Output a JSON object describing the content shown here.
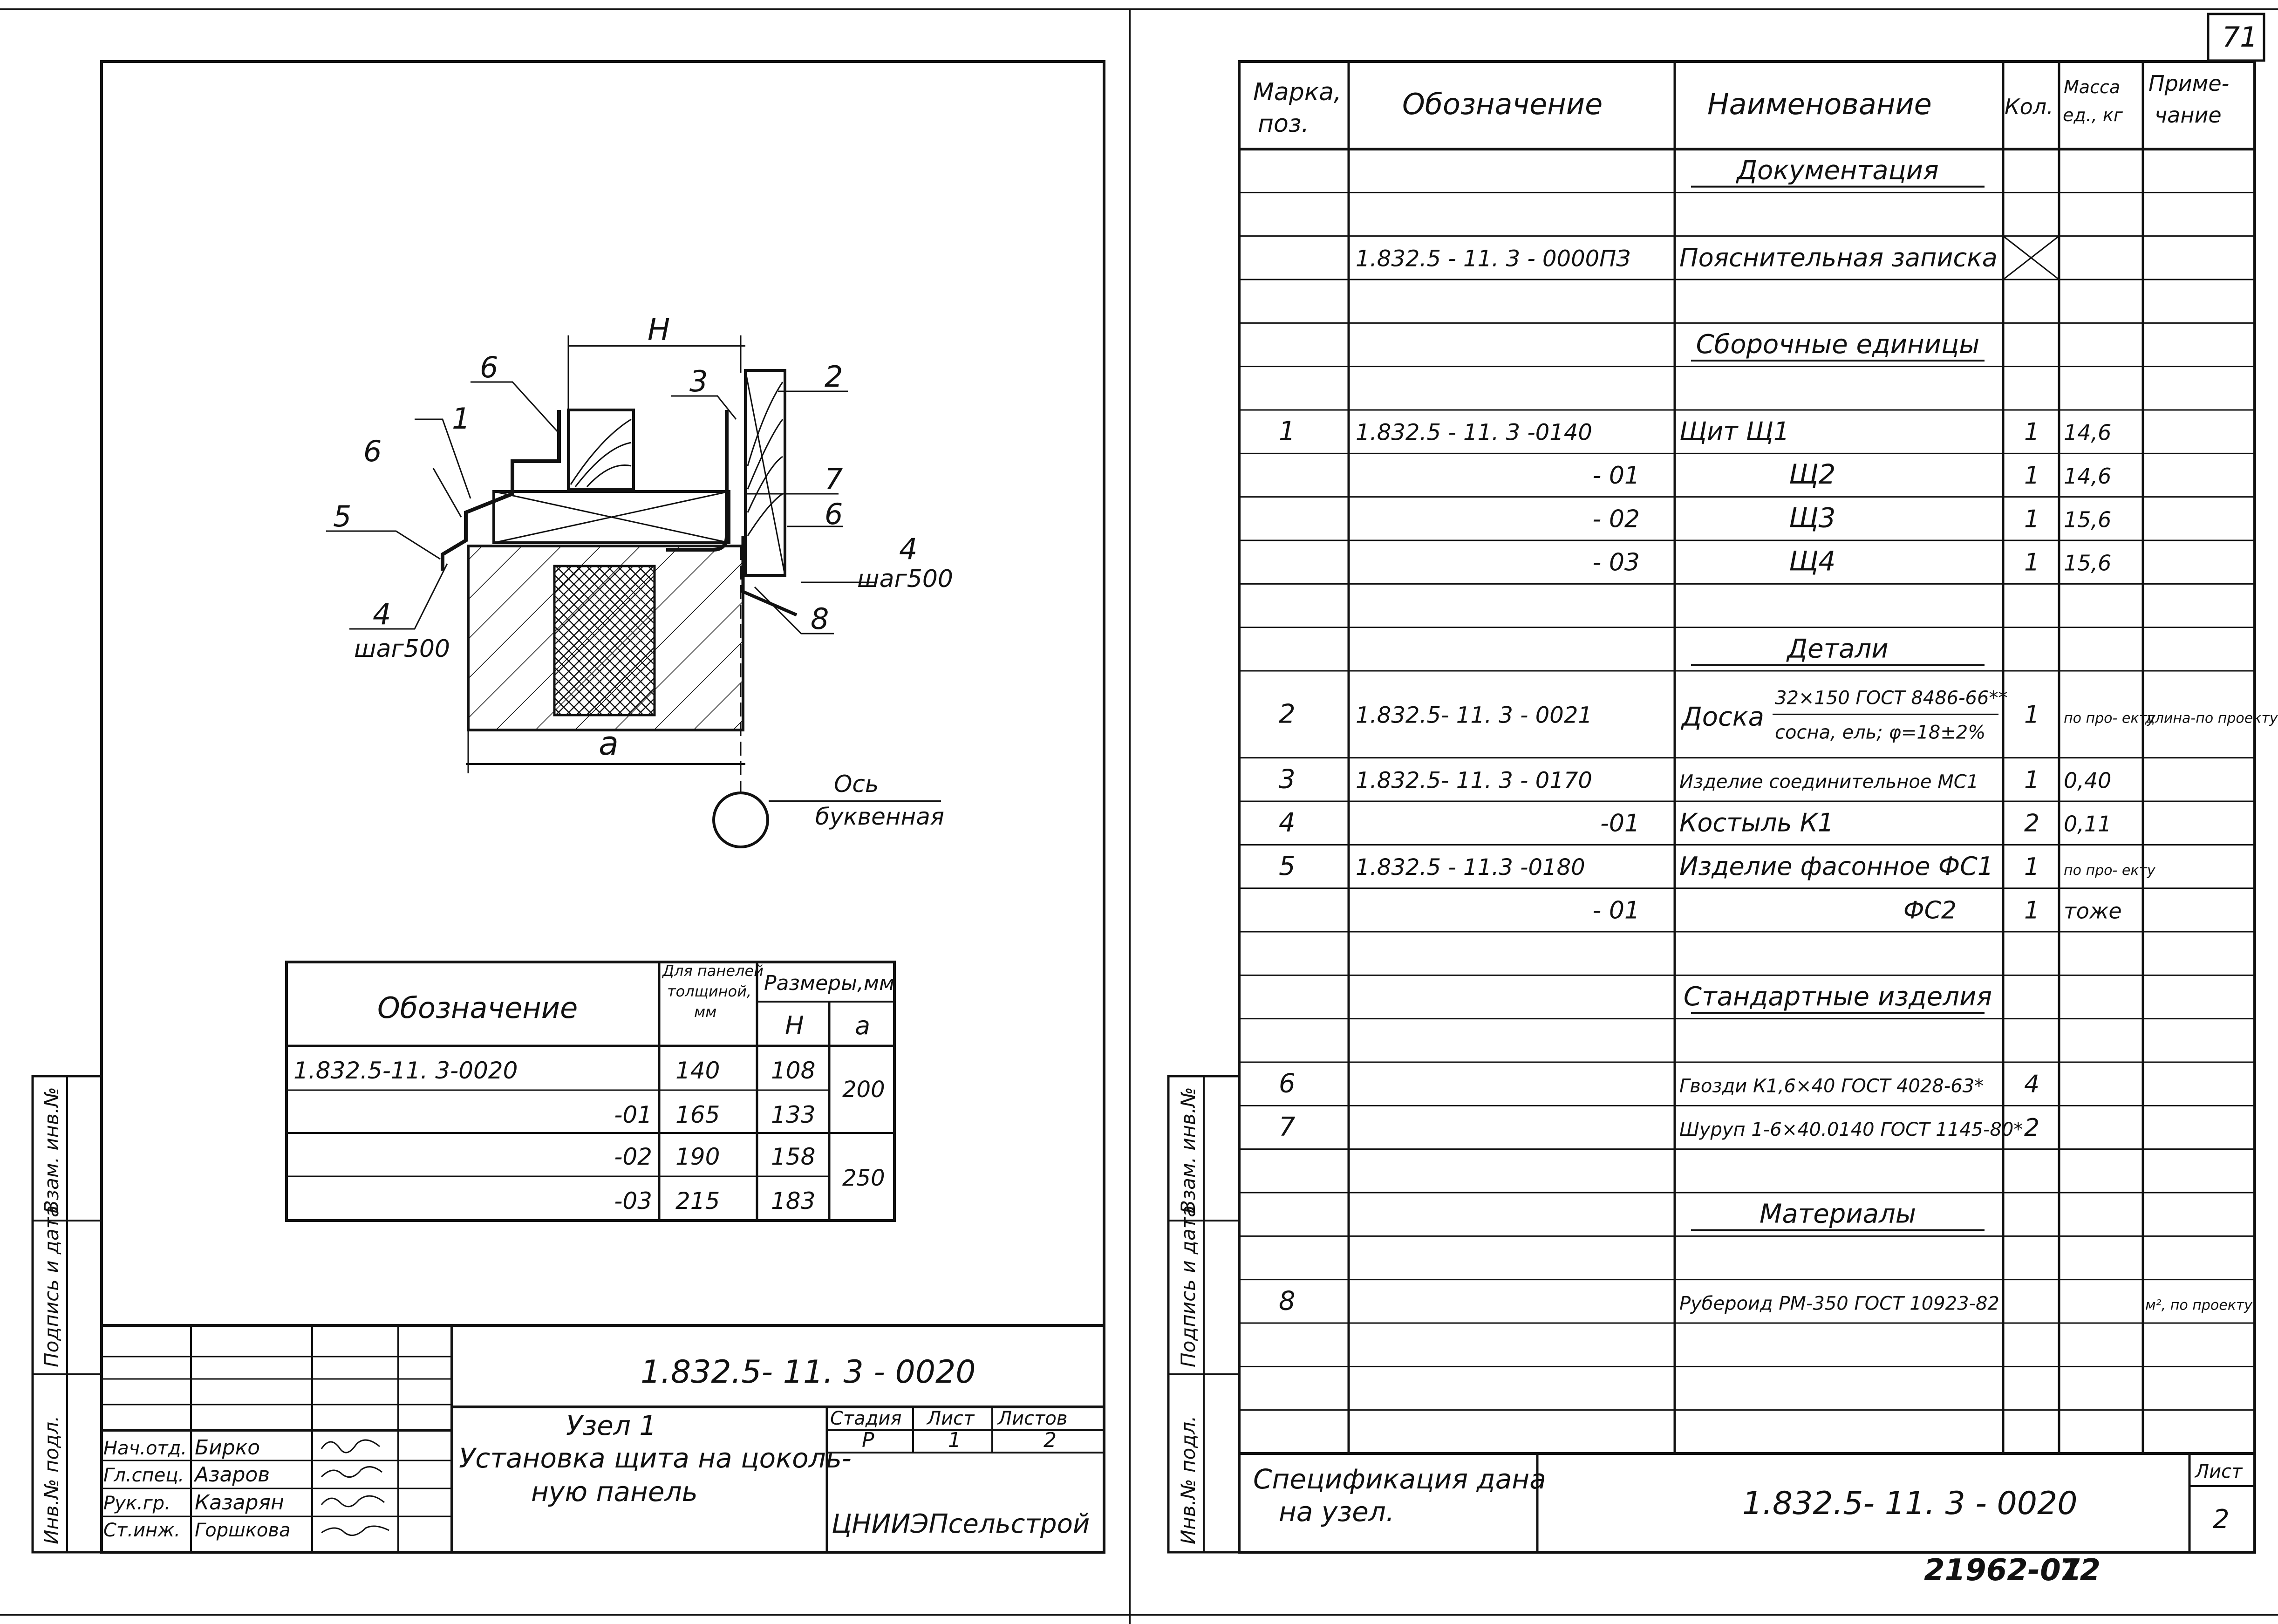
{
  "page_number": "71",
  "bottom_code": "21962-01",
  "bottom_page": "72",
  "drawing": {
    "H": "H",
    "a": "a",
    "axis_line1": "Ось",
    "axis_line2": "буквенная",
    "step_label": "шаг500",
    "callouts": [
      "6",
      "1",
      "6",
      "5",
      "4",
      "3",
      "2",
      "7",
      "6",
      "4",
      "8"
    ]
  },
  "dim_table": {
    "col_designation": "Обозначение",
    "col_thickness": "Для панелей толщиной, мм",
    "col_sizes": "Размеры,мм",
    "col_H": "H",
    "col_a": "a",
    "rows": [
      {
        "des": "1.832.5-11. 3-0020",
        "t": "140",
        "H": "108"
      },
      {
        "des": "-01",
        "t": "165",
        "H": "133"
      },
      {
        "des": "-02",
        "t": "190",
        "H": "158"
      },
      {
        "des": "-03",
        "t": "215",
        "H": "183"
      }
    ],
    "a_values": [
      "200",
      "250"
    ]
  },
  "left_sidebar": [
    "Инв.№ подл.",
    "Подпись и дата",
    "Взам. инв.№"
  ],
  "right_sidebar": [
    "Инв.№ подл.",
    "Подпись и дата",
    "Взам. инв.№"
  ],
  "title_block": {
    "doc_code": "1.832.5- 11. 3 - 0020",
    "title_line1": "Узел 1",
    "title_line2": "Установка щита на цоколь-",
    "title_line3": "ную панель",
    "stage_label": "Стадия",
    "sheet_label": "Лист",
    "sheets_label": "Листов",
    "stage": "Р",
    "sheet": "1",
    "sheets": "2",
    "org": "ЦНИИЭПсельстрой",
    "roles": [
      "Нач.отд.",
      "Гл.спец.",
      "Рук.гр.",
      "Ст.инж."
    ],
    "names": [
      "Бирко",
      "Азаров",
      "Казарян",
      "Горшкова"
    ]
  },
  "spec": {
    "headers": {
      "mark": "Марка, поз.",
      "designation": "Обозначение",
      "name": "Наименование",
      "qty": "Кол.",
      "mass": "Масса ед., кг",
      "note": "Приме- чание"
    },
    "rows": [
      {
        "name": "Документация",
        "section": true
      },
      {},
      {
        "des": "1.832.5 - 11. 3 - 0000ПЗ",
        "name": "Пояснительная записка",
        "qty_x": true
      },
      {},
      {
        "name": "Сборочные единицы",
        "section": true
      },
      {},
      {
        "mark": "1",
        "des": "1.832.5 - 11. 3 -0140",
        "name": "Щит Щ1",
        "qty": "1",
        "mass": "14,6"
      },
      {
        "des_r": "- 01",
        "name_c": "Щ2",
        "qty": "1",
        "mass": "14,6"
      },
      {
        "des_r": "- 02",
        "name_c": "Щ3",
        "qty": "1",
        "mass": "15,6"
      },
      {
        "des_r": "- 03",
        "name_c": "Щ4",
        "qty": "1",
        "mass": "15,6"
      },
      {},
      {
        "name": "Детали",
        "section": true
      },
      {
        "mark": "2",
        "des": "1.832.5- 11. 3 - 0021",
        "name": "Доска",
        "name_top": "32×150 ГОСТ 8486-66**",
        "name_bottom": "сосна, ель; φ=18±2%",
        "qty": "1",
        "mass": "по про- екту",
        "note": "длина-по проекту",
        "tall": true
      },
      {
        "mark": "3",
        "des": "1.832.5- 11. 3 - 0170",
        "name": "Изделие соединительное МС1",
        "qty": "1",
        "mass": "0,40"
      },
      {
        "mark": "4",
        "des_r": "-01",
        "name": "Костыль К1",
        "qty": "2",
        "mass": "0,11"
      },
      {
        "mark": "5",
        "des": "1.832.5 - 11.3 -0180",
        "name": "Изделие фасонное ФС1",
        "qty": "1",
        "mass": "по про- екту"
      },
      {
        "des_r": "- 01",
        "name_r": "ФС2",
        "qty": "1",
        "mass": "тоже"
      },
      {},
      {
        "name": "Стандартные изделия",
        "section": true
      },
      {},
      {
        "mark": "6",
        "name": "Гвозди К1,6×40 ГОСТ 4028-63*",
        "qty": "4"
      },
      {
        "mark": "7",
        "name": "Шуруп 1-6×40.0140 ГОСТ 1145-80*",
        "qty": "2"
      },
      {},
      {
        "name": "Материалы",
        "section": true
      },
      {},
      {
        "mark": "8",
        "name": "Рубероид РМ-350 ГОСТ 10923-82",
        "note": "м², по проекту"
      },
      {},
      {},
      {}
    ],
    "footer_note1": "Спецификация дана",
    "footer_note2": "на узел.",
    "footer_code": "1.832.5- 11. 3 - 0020",
    "footer_sheet_label": "Лист",
    "footer_sheet": "2"
  }
}
